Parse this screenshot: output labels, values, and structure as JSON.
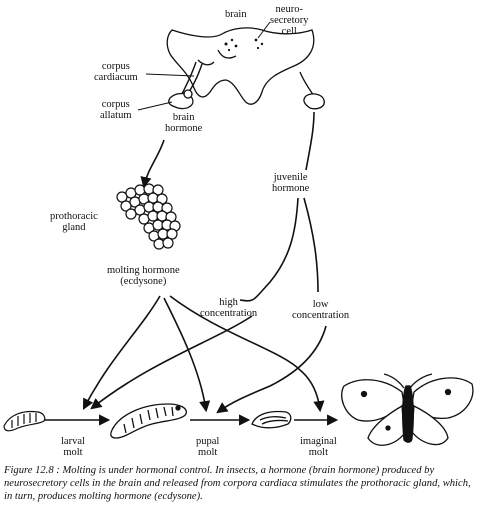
{
  "labels": {
    "brain": "brain",
    "neurosecretory_cell": [
      "neuro-",
      "secretory",
      "cell"
    ],
    "corpus_cardiacum": [
      "corpus",
      "cardiacum"
    ],
    "corpus_allatum": [
      "corpus",
      "allatum"
    ],
    "brain_hormone": [
      "brain",
      "hormone"
    ],
    "juvenile_hormone": [
      "juvenile",
      "hormone"
    ],
    "prothoracic_gland": [
      "prothoracic",
      "gland"
    ],
    "molting_hormone": [
      "molting hormone",
      "(ecdysone)"
    ],
    "high_concentration": [
      "high",
      "concentration"
    ],
    "low_concentration": [
      "low",
      "concentration"
    ],
    "larval_molt": [
      "larval",
      "molt"
    ],
    "pupal_molt": [
      "pupal",
      "molt"
    ],
    "imaginal_molt": [
      "imaginal",
      "molt"
    ]
  },
  "caption": "Figure 12.8 : Molting is under hormonal control. In insects, a hormone (brain hormone) produced by neurosecretory cells in the brain and released from corpora cardiaca stimulates the prothoracic gland, which, in turn, produces molting hormone (ecdysone).",
  "colors": {
    "ink": "#111111",
    "background": "#ffffff"
  }
}
